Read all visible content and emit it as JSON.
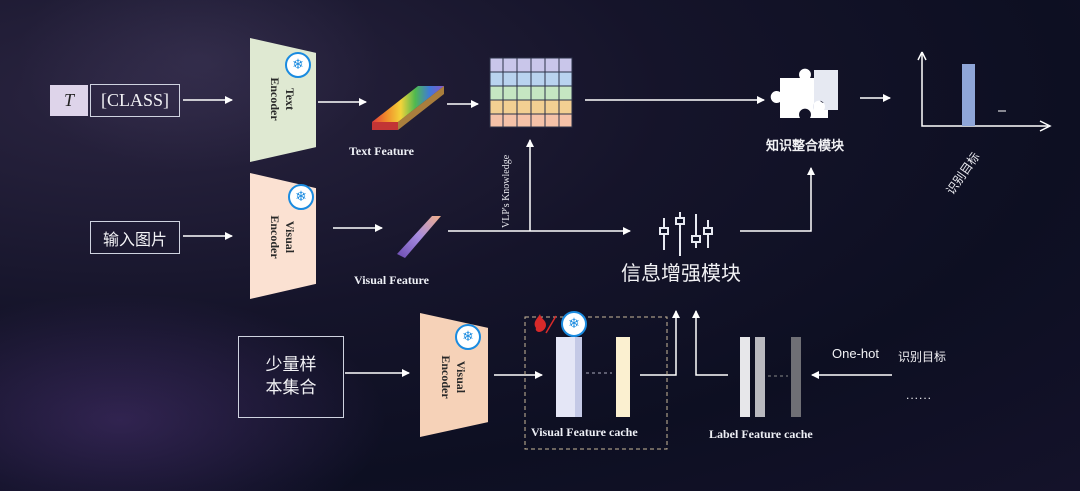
{
  "text_branch": {
    "t_symbol": "T",
    "class_token": "[CLASS]",
    "encoder_label": "Text\nEncoder",
    "feature_label": "Text Feature"
  },
  "visual_branch": {
    "input_label": "输入图片",
    "encoder_label": "Visual\nEncoder",
    "feature_label": "Visual Feature"
  },
  "fewshot_branch": {
    "input_label": "少量样\n本集合",
    "encoder_label": "Visual\nEncoder",
    "cache_label": "Visual Feature cache",
    "label_cache_label": "Label Feature cache",
    "onehot_label": "One-hot",
    "target_label": "识别目标",
    "ellipsis": "......"
  },
  "modules": {
    "knowledge_text": "VLP's  Knowledge",
    "integration_label": "知识整合模块",
    "enhancement_label": "信息增强模块",
    "output_label": "识别目标"
  },
  "icons": {
    "frozen": "snowflake-icon",
    "trainable": "flame-icon",
    "integration": "puzzle-icon",
    "enhancement": "sliders-icon"
  },
  "colors": {
    "text_encoder": "#dfe9d2",
    "visual_encoder": "#fbe1d2",
    "fewshot_encoder": "#f6d2b8",
    "frozen_blue": "#1a8be0",
    "output_bar": "#8fa6d8"
  }
}
